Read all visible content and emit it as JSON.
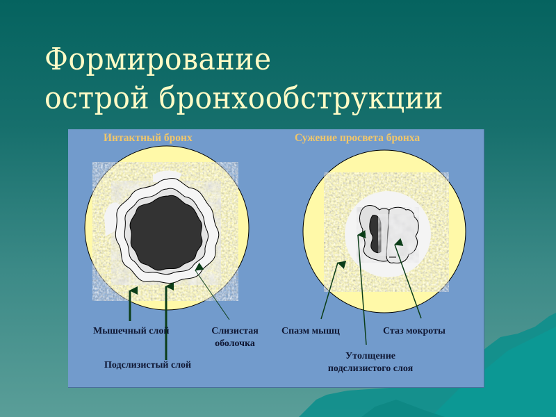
{
  "slide": {
    "title_lines": [
      "Формирование",
      "острой бронхообструкции"
    ],
    "colors": {
      "title": "#fffbc6",
      "panel": "#729bcc",
      "heading": "#f0c66a",
      "label": "#0f1733",
      "arrow": "#0b3d18",
      "circle": "#fff9a8",
      "lumen": "#333333"
    }
  },
  "panel": {
    "left": {
      "heading": "Интактный бронх",
      "labels": {
        "muscle": "Мышечный слой",
        "mucosa_line1": "Слизистая",
        "mucosa_line2": "оболочка",
        "submucosa": "Подслизистый слой"
      }
    },
    "right": {
      "heading": "Сужение просвета бронха",
      "labels": {
        "spasm": "Спазм мышц",
        "stasis": "Стаз мокроты",
        "thickening_line1": "Утолщение",
        "thickening_line2": "подслизистого слоя"
      }
    }
  }
}
